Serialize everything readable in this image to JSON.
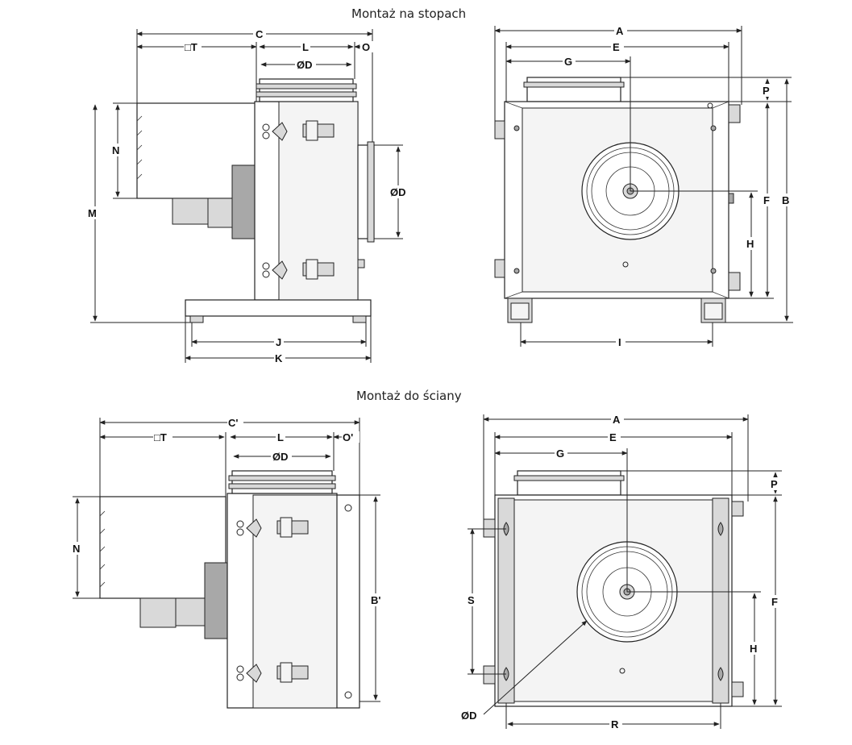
{
  "titles": {
    "top": "Montaż na stopach",
    "bottom": "Montaż do ściany"
  },
  "labels": {
    "top_side": {
      "C": "C",
      "T": "□T",
      "L": "L",
      "O": "O",
      "D_top": "ØD",
      "D_side": "ØD",
      "N": "N",
      "M": "M",
      "J": "J",
      "K": "K"
    },
    "top_front": {
      "A": "A",
      "E": "E",
      "G": "G",
      "P": "P",
      "F": "F",
      "B": "B",
      "H": "H",
      "I": "I"
    },
    "bottom_side": {
      "C": "C'",
      "T": "□T",
      "L": "L",
      "O": "O'",
      "D_top": "ØD",
      "N": "N",
      "B": "B'"
    },
    "bottom_front": {
      "A": "A",
      "E": "E",
      "G": "G",
      "P": "P",
      "S": "S",
      "F": "F",
      "H": "H",
      "D": "ØD",
      "R": "R"
    }
  }
}
